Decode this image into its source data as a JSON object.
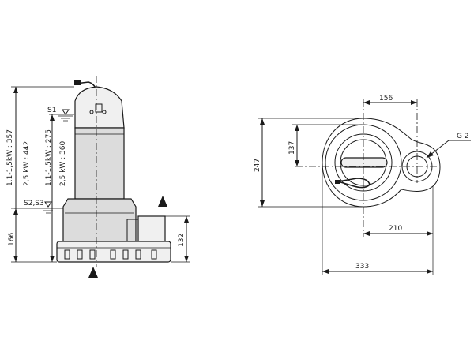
{
  "side_view": {
    "levels": {
      "s1": "S1",
      "s23": "S2,S3"
    },
    "dim_overall_height": {
      "a": "1.1-1,5kW : 357",
      "b": "2,5 kW : 442"
    },
    "dim_pump_height": {
      "a": "1.1-1,5kW : 275",
      "b": "2,5 kW : 360"
    },
    "dim_base_height": "166",
    "dim_foot_height": "132"
  },
  "top_view": {
    "dim_width_156": "156",
    "dim_height_137": "137",
    "dim_height_247": "247",
    "dim_width_210": "210",
    "dim_width_333": "333",
    "outlet_label": "G 2"
  }
}
